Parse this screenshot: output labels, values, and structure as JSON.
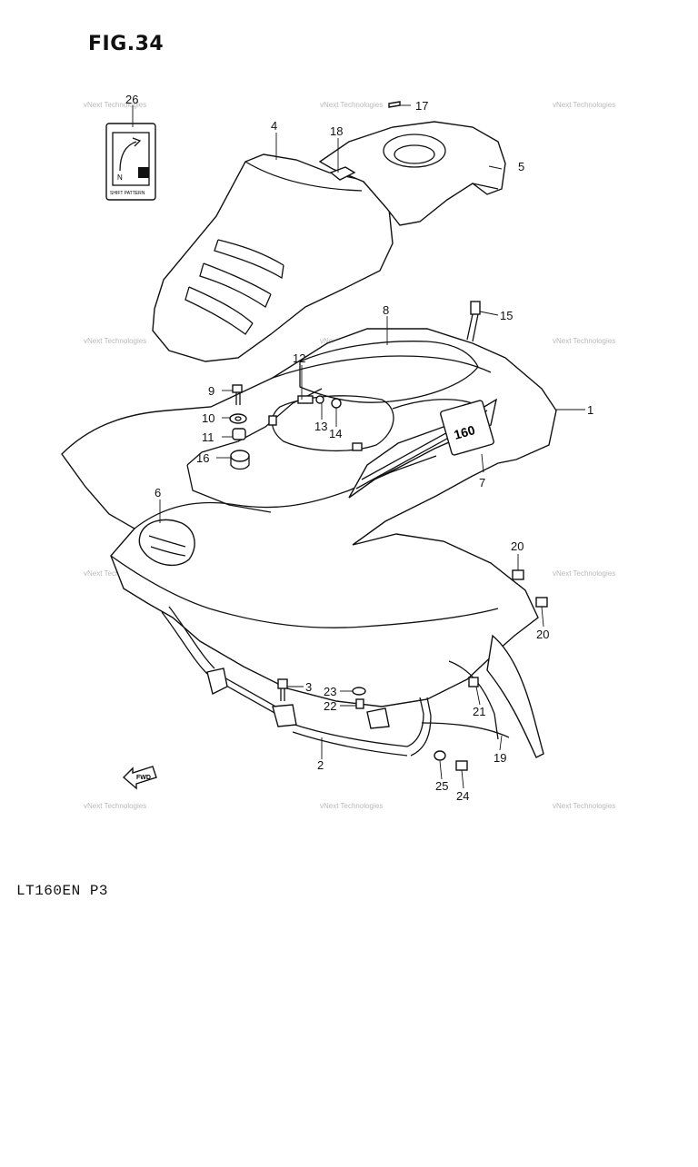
{
  "figure": {
    "title": "FIG.34",
    "model_code": "LT160EN P3"
  },
  "watermark": {
    "text": "vNext Technologies"
  },
  "decals": {
    "shift_pattern": "SHIFT PATTERN",
    "gear_n": "N",
    "fwd_arrow": "FWD"
  },
  "callouts": [
    {
      "id": "c1",
      "label": "1"
    },
    {
      "id": "c2",
      "label": "2"
    },
    {
      "id": "c3",
      "label": "3"
    },
    {
      "id": "c4",
      "label": "4"
    },
    {
      "id": "c5",
      "label": "5"
    },
    {
      "id": "c6",
      "label": "6"
    },
    {
      "id": "c7",
      "label": "7"
    },
    {
      "id": "c8",
      "label": "8"
    },
    {
      "id": "c9",
      "label": "9"
    },
    {
      "id": "c10",
      "label": "10"
    },
    {
      "id": "c11",
      "label": "11"
    },
    {
      "id": "c12",
      "label": "12"
    },
    {
      "id": "c13",
      "label": "13"
    },
    {
      "id": "c14",
      "label": "14"
    },
    {
      "id": "c15",
      "label": "15"
    },
    {
      "id": "c16",
      "label": "16"
    },
    {
      "id": "c17",
      "label": "17"
    },
    {
      "id": "c18",
      "label": "18"
    },
    {
      "id": "c19",
      "label": "19"
    },
    {
      "id": "c20a",
      "label": "20"
    },
    {
      "id": "c20b",
      "label": "20"
    },
    {
      "id": "c21",
      "label": "21"
    },
    {
      "id": "c22",
      "label": "22"
    },
    {
      "id": "c23",
      "label": "23"
    },
    {
      "id": "c24",
      "label": "24"
    },
    {
      "id": "c25",
      "label": "25"
    },
    {
      "id": "c26",
      "label": "26"
    }
  ]
}
